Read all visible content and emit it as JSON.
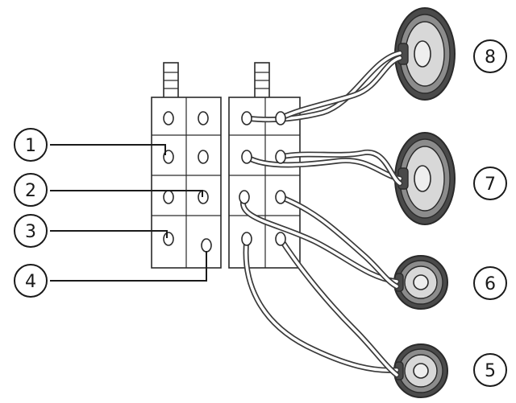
{
  "callouts": [
    {
      "id": "1",
      "label": "1"
    },
    {
      "id": "2",
      "label": "2"
    },
    {
      "id": "3",
      "label": "3"
    },
    {
      "id": "4",
      "label": "4"
    },
    {
      "id": "5",
      "label": "5"
    },
    {
      "id": "6",
      "label": "6"
    },
    {
      "id": "7",
      "label": "7"
    },
    {
      "id": "8",
      "label": "8"
    }
  ],
  "speakers": [
    {
      "id": "front-left",
      "size": "large"
    },
    {
      "id": "front-right",
      "size": "large"
    },
    {
      "id": "rear-left",
      "size": "small"
    },
    {
      "id": "rear-right",
      "size": "small"
    }
  ],
  "colors": {
    "line": "#2a2a2a",
    "speaker_dark": "#555555",
    "speaker_mid": "#8a8a8a",
    "background": "#ffffff"
  }
}
